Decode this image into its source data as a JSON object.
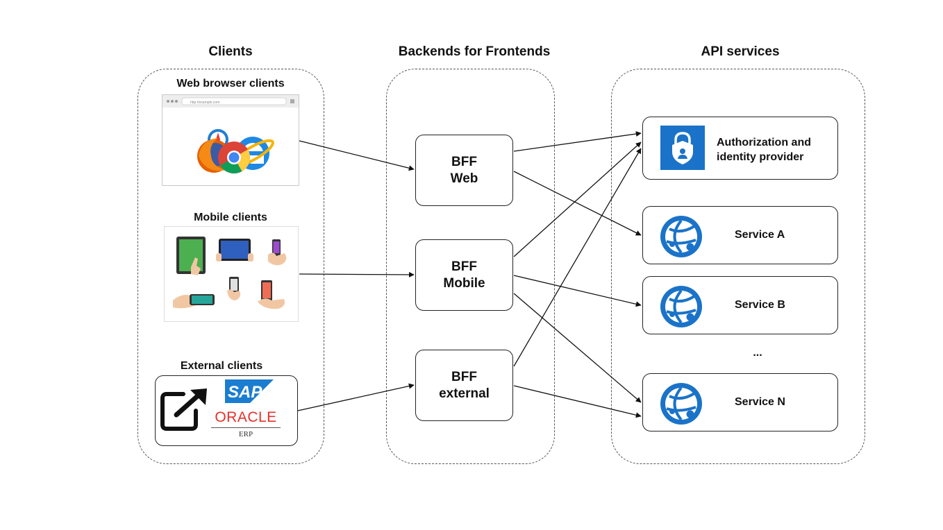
{
  "columns": {
    "clients": "Clients",
    "bff": "Backends  for Frontends",
    "api": "API services"
  },
  "clients": {
    "web": {
      "label": "Web browser clients",
      "url_text": "http://example.com"
    },
    "mobile": {
      "label": "Mobile clients"
    },
    "external": {
      "label": "External clients",
      "sap": "SAP",
      "oracle": "ORACLE",
      "erp": "ERP"
    }
  },
  "bff": {
    "web": {
      "line1": "BFF",
      "line2": "Web"
    },
    "mobile": {
      "line1": "BFF",
      "line2": "Mobile"
    },
    "external": {
      "line1": "BFF",
      "line2": "external"
    }
  },
  "services": {
    "auth": {
      "line1": "Authorization and",
      "line2": "identity provider"
    },
    "a": "Service A",
    "b": "Service B",
    "ellipsis": "...",
    "n": "Service N"
  },
  "colors": {
    "azure_blue": "#1a73c8",
    "dash": "#555555",
    "sap_blue": "#1a7dd0",
    "oracle_red": "#e5312a"
  },
  "connections": [
    {
      "from": "web-browser-clients",
      "to": "bff-web"
    },
    {
      "from": "mobile-clients",
      "to": "bff-mobile"
    },
    {
      "from": "external-clients",
      "to": "bff-external"
    },
    {
      "from": "bff-web",
      "to": "auth-provider"
    },
    {
      "from": "bff-web",
      "to": "service-a"
    },
    {
      "from": "bff-mobile",
      "to": "auth-provider"
    },
    {
      "from": "bff-mobile",
      "to": "service-b"
    },
    {
      "from": "bff-mobile",
      "to": "service-n"
    },
    {
      "from": "bff-external",
      "to": "auth-provider"
    },
    {
      "from": "bff-external",
      "to": "service-n"
    }
  ]
}
